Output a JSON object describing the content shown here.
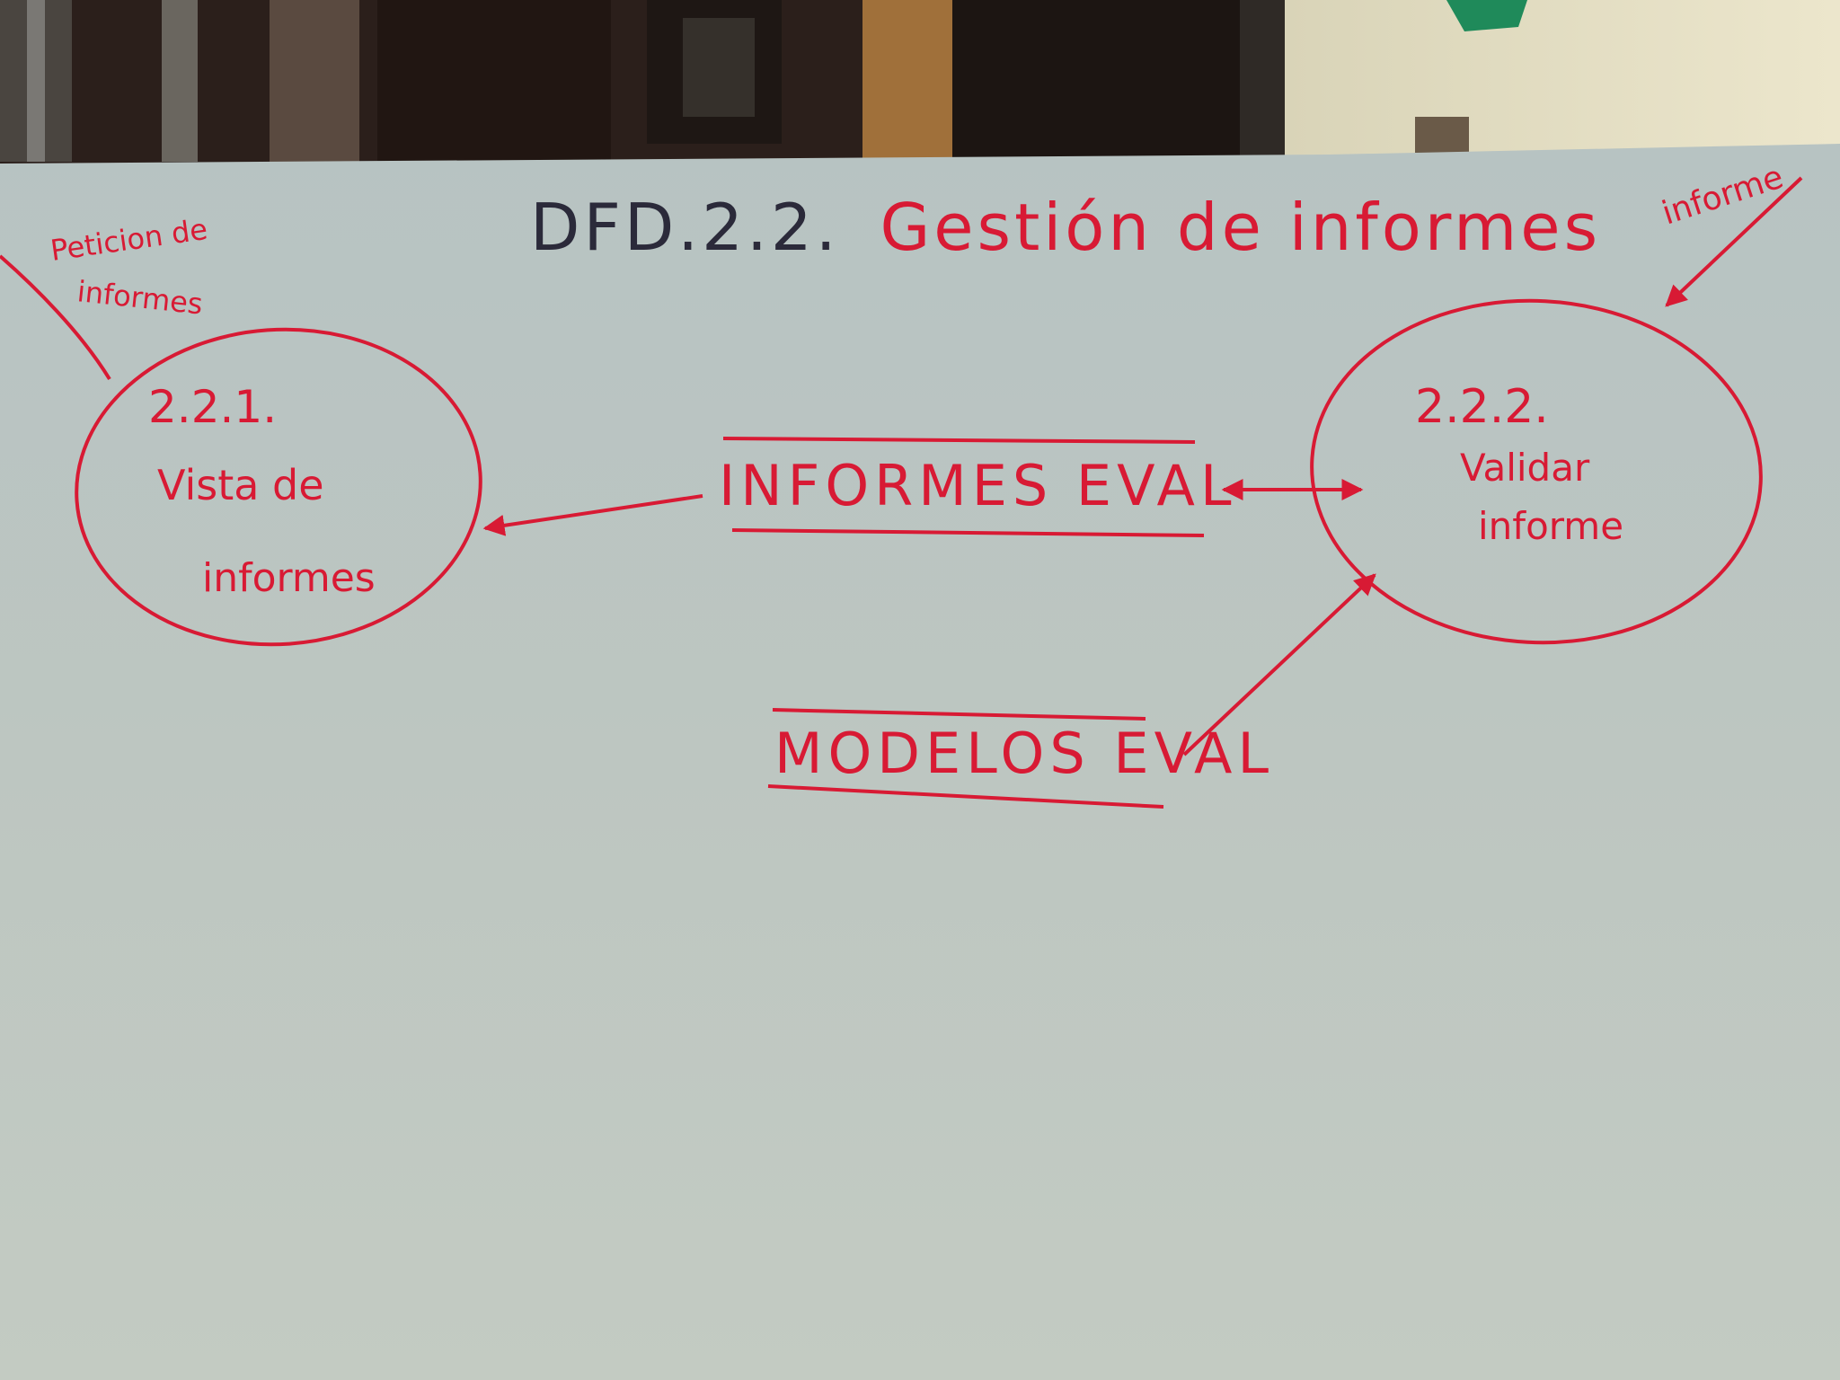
{
  "title": {
    "code": "DFD.2.2.",
    "name": "Gestión de informes"
  },
  "colors": {
    "ink_red": "#d81a34",
    "ink_dark": "#2b2a3a",
    "board": "#bcc6c2"
  },
  "processes": [
    {
      "id": "2.2.1.",
      "name_line1": "Vista de",
      "name_line2": "informes"
    },
    {
      "id": "2.2.2.",
      "name_line1": "Validar",
      "name_line2": "informe"
    }
  ],
  "stores": [
    {
      "label": "INFORMES EVAL"
    },
    {
      "label": "MODELOS EVAL"
    }
  ],
  "external_flows": {
    "left_line1": "Peticion de",
    "left_line2": "informes",
    "right": "informe"
  }
}
